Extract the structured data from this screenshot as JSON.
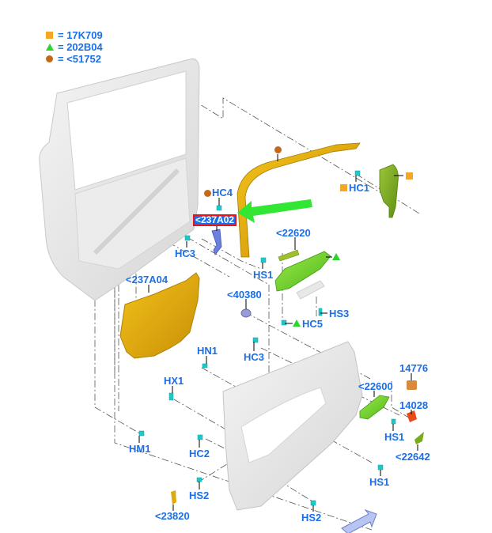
{
  "legend": [
    {
      "symbol": "square",
      "color": "#f5a623",
      "label": "= 17K709"
    },
    {
      "symbol": "triangle",
      "color": "#2bd62b",
      "label": "= 202B04"
    },
    {
      "symbol": "circle",
      "color": "#c06a1a",
      "label": "= <51752"
    }
  ],
  "colors": {
    "label_text": "#1a6fe8",
    "highlight_border": "#e8141c",
    "arrow_green": "#33e633",
    "fastener_cyan": "#21c7c7",
    "shield_gold": "#e0a812",
    "trim_green": "#79d226",
    "panel_gray": "#e6e6e6"
  },
  "labels": {
    "hc4": "HC4",
    "237a02": "<237A02",
    "hc3_top": "HC3",
    "hs1_top": "HS1",
    "hc1": "HC1",
    "22620": "<22620",
    "237a04": "<237A04",
    "40380": "<40380",
    "hs3": "HS3",
    "hc5": "HC5",
    "hn1": "HN1",
    "hc3_mid": "HC3",
    "hx1": "HX1",
    "22600": "<22600",
    "14776": "14776",
    "14028": "14028",
    "hs1_mid": "HS1",
    "22642": "<22642",
    "hm1": "HM1",
    "hc2": "HC2",
    "hs2_left": "HS2",
    "23820": "<23820",
    "hs1_bottom": "HS1",
    "hs2_bottom": "HS2"
  },
  "highlighted_part": "<237A02",
  "parts": {
    "door_frame": "door-shell",
    "window_trim": "upper-window-trim",
    "pillar_trim": "b-pillar-trim",
    "water_shield": "water-shield",
    "door_trim_panel": "door-trim-panel",
    "switch_bezel": "window-switch-bezel",
    "handle_bezel": "inner-handle-bezel",
    "view_arrow": "view-direction-arrow"
  }
}
